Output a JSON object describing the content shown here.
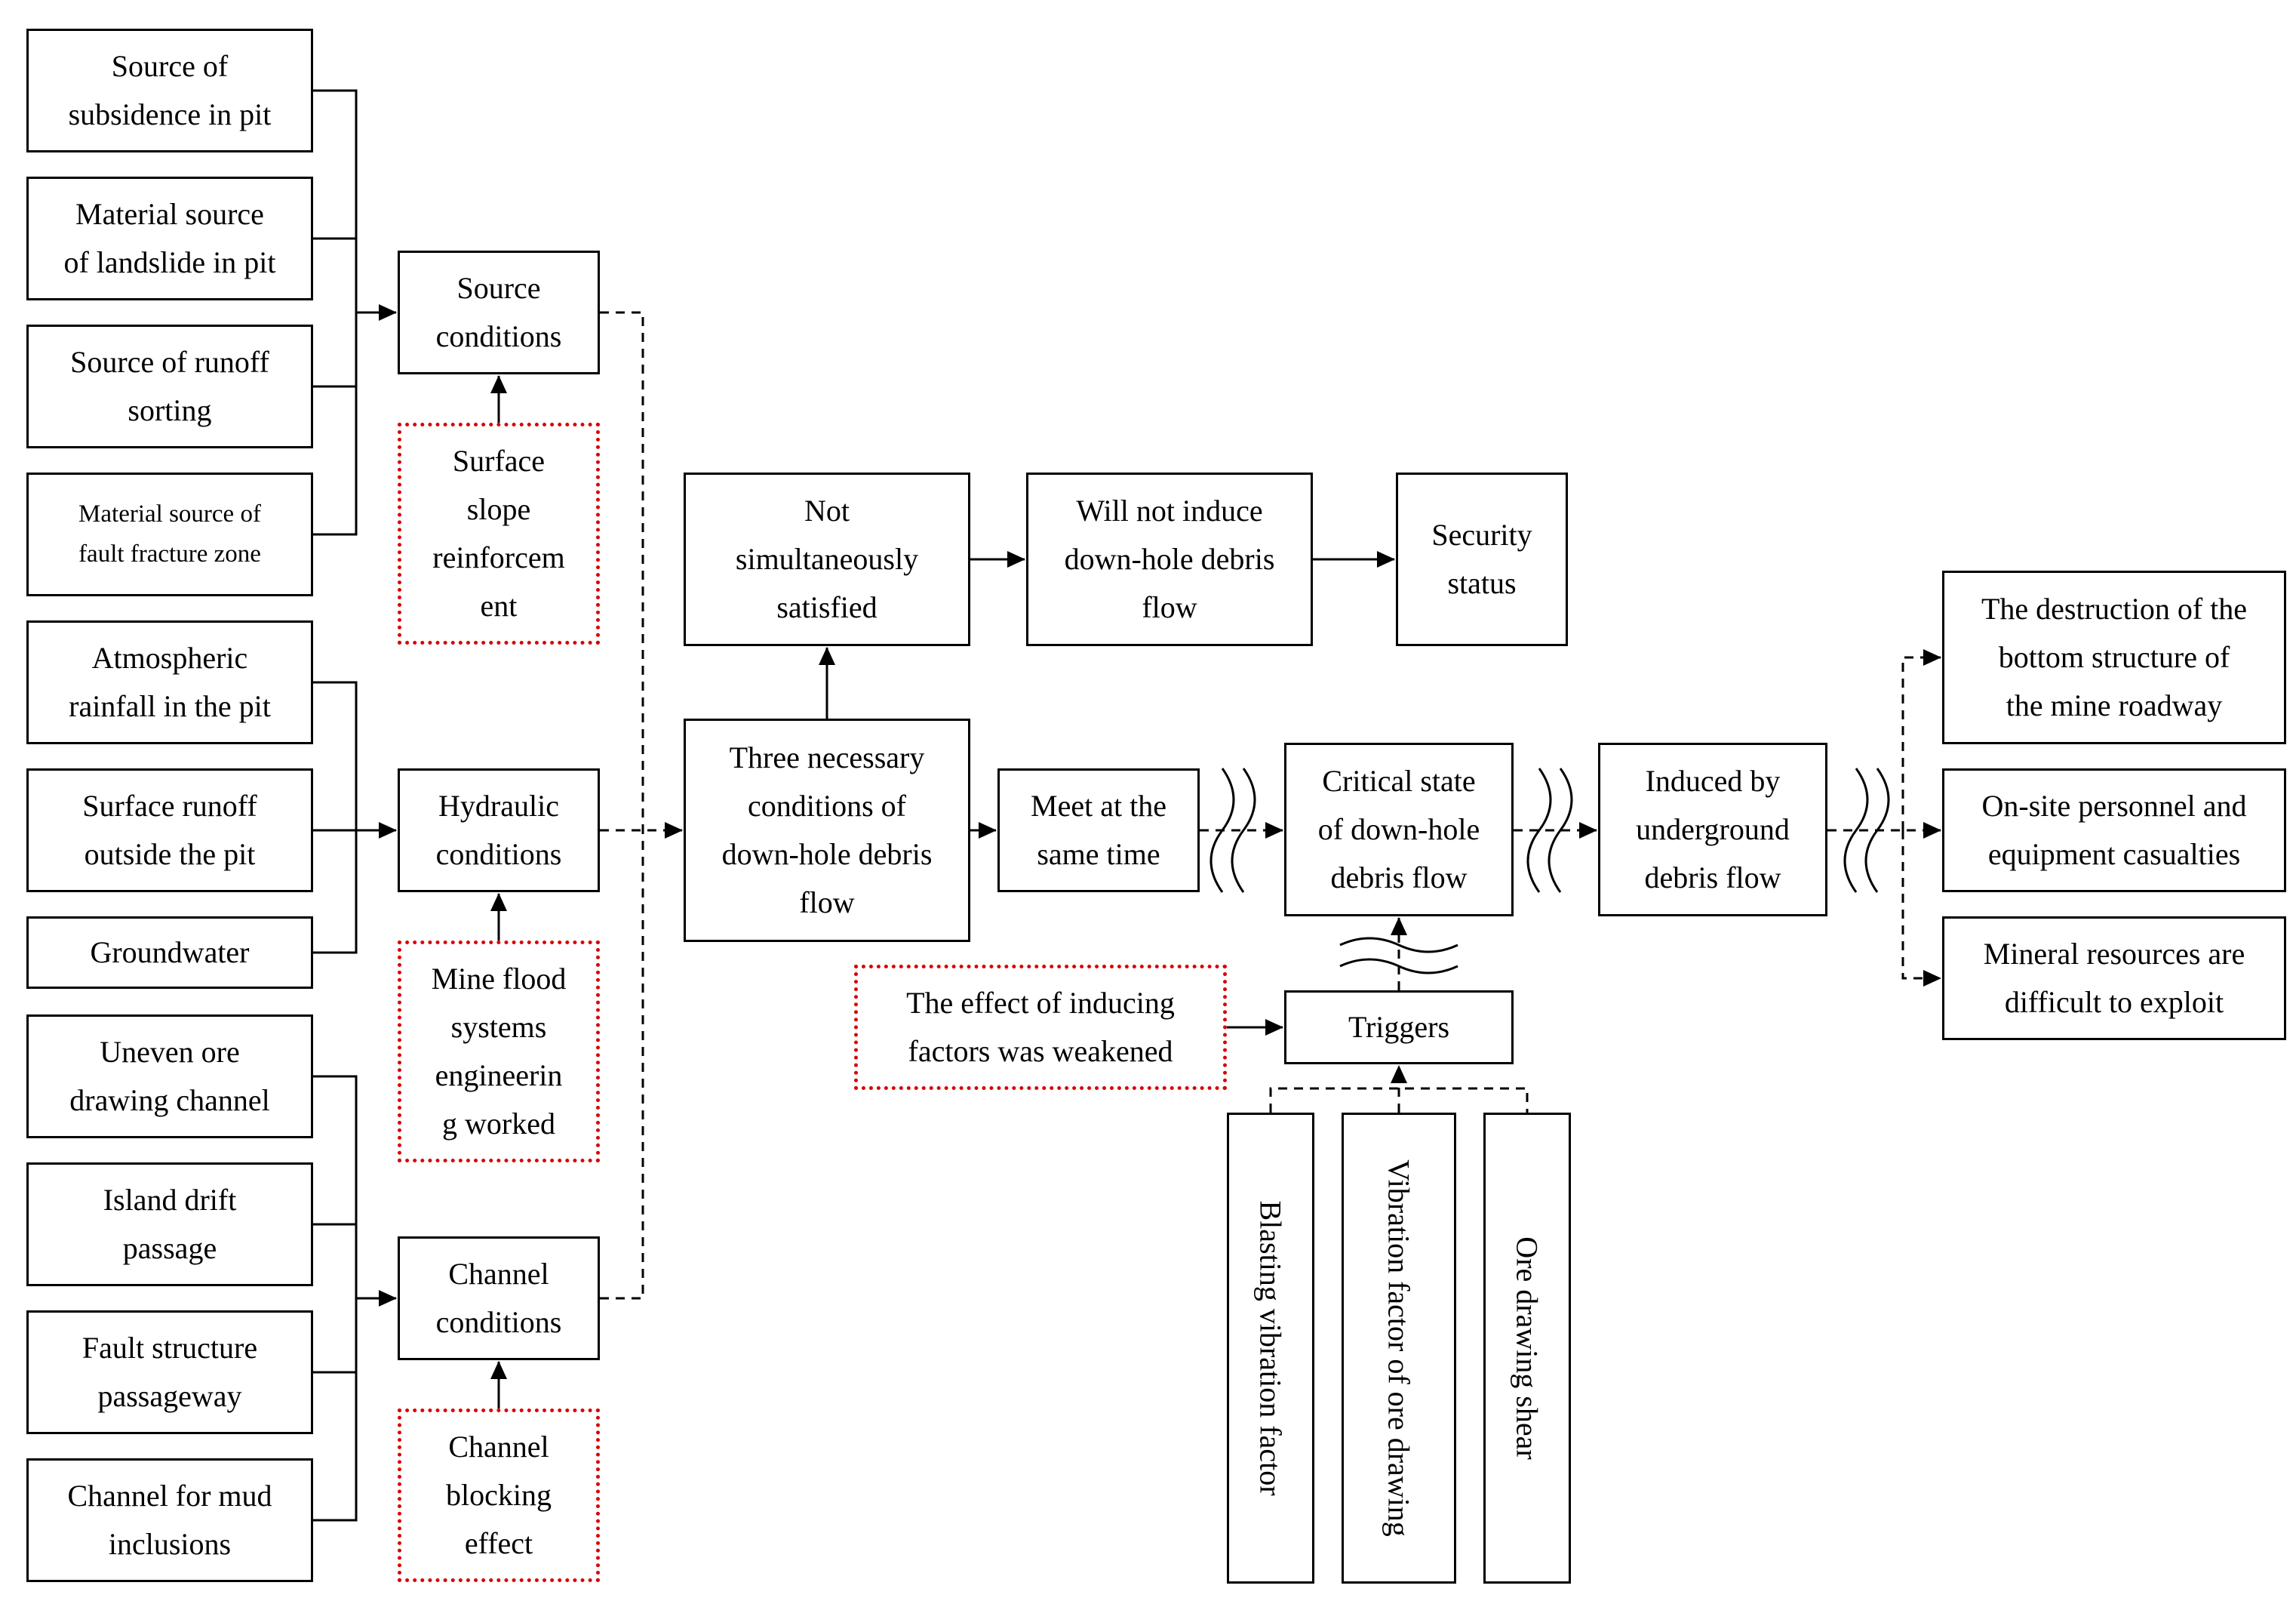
{
  "sources": [
    "Source of\nsubsidence in pit",
    "Material source\nof landslide in pit",
    "Source of runoff\nsorting",
    "Material source of\nfault fracture zone"
  ],
  "hydraulic_inputs": [
    "Atmospheric\nrainfall in the pit",
    "Surface runoff\noutside the pit",
    "Groundwater"
  ],
  "channel_inputs": [
    "Uneven ore\ndrawing channel",
    "Island drift\npassage",
    "Fault structure\npassageway",
    "Channel for mud\ninclusions"
  ],
  "conditions": {
    "source": "Source\nconditions",
    "hydraulic": "Hydraulic\nconditions",
    "channel": "Channel\nconditions"
  },
  "measures": {
    "slope": "Surface\nslope\nreinforcem\nent",
    "flood": "Mine flood\nsystems\nengineerin\ng worked",
    "blocking": "Channel\nblocking\neffect",
    "weakened": "The effect of inducing\nfactors was weakened"
  },
  "flow": {
    "three_conditions": "Three necessary\nconditions of\ndown-hole debris\nflow",
    "not_satisfied": "Not\nsimultaneously\nsatisfied",
    "will_not_induce": "Will not induce\ndown-hole debris\nflow",
    "security": "Security\nstatus",
    "meet": "Meet at the\nsame time",
    "critical": "Critical state\nof down-hole\ndebris flow",
    "induced": "Induced by\nunderground\ndebris flow",
    "triggers": "Triggers"
  },
  "trigger_factors": [
    "Blasting vibration factor",
    "Vibration factor of ore drawing",
    "Ore drawing shear"
  ],
  "consequences": [
    "The destruction of the\nbottom structure of\nthe mine roadway",
    "On-site personnel and\nequipment casualties",
    "Mineral resources are\ndifficult to exploit"
  ],
  "colors": {
    "line": "#000000",
    "measure_border": "#d90000"
  }
}
